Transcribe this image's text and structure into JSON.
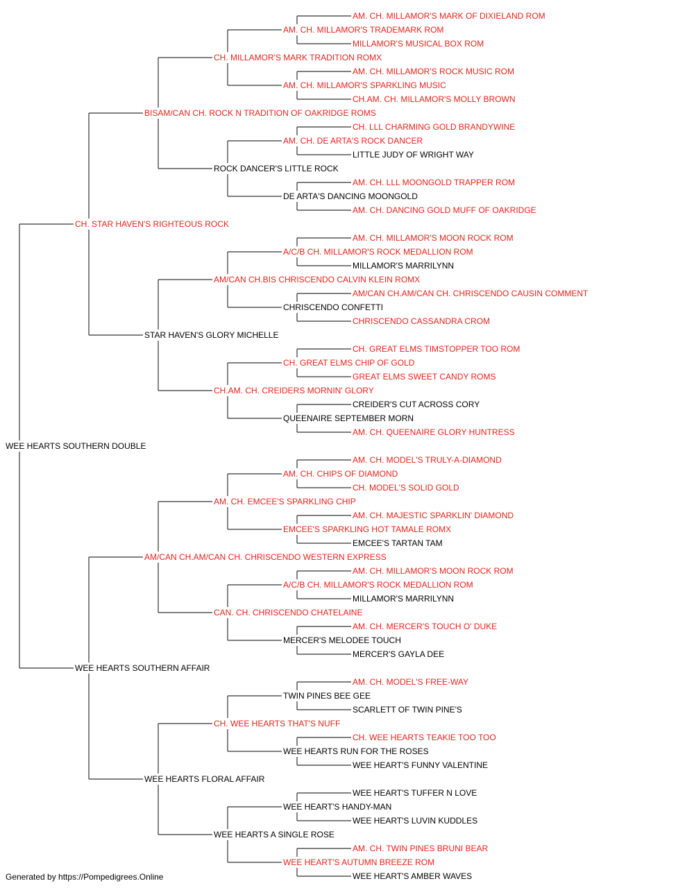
{
  "colors": {
    "champion": "#e8201a",
    "normal": "#000000",
    "line": "#333333"
  },
  "root": {
    "name": "WEE HEARTS SOUTHERN DOUBLE",
    "champion": false
  },
  "generations": [
    [
      {
        "name": "CH. STAR HAVEN'S RIGHTEOUS ROCK",
        "champion": true
      },
      {
        "name": "WEE HEARTS SOUTHERN AFFAIR",
        "champion": false
      }
    ],
    [
      {
        "name": "BISAM/CAN CH. ROCK N TRADITION OF OAKRIDGE ROMS",
        "champion": true
      },
      {
        "name": "STAR HAVEN'S GLORY MICHELLE",
        "champion": false
      },
      {
        "name": "AM/CAN CH.AM/CAN CH. CHRISCENDO WESTERN EXPRESS",
        "champion": true
      },
      {
        "name": "WEE HEARTS FLORAL AFFAIR",
        "champion": false
      }
    ],
    [
      {
        "name": "CH. MILLAMOR'S MARK TRADITION ROMX",
        "champion": true
      },
      {
        "name": "ROCK DANCER'S LITTLE ROCK",
        "champion": false
      },
      {
        "name": "AM/CAN CH.BIS CHRISCENDO CALVIN KLEIN ROMX",
        "champion": true
      },
      {
        "name": "CH.AM. CH. CREIDERS MORNIN' GLORY",
        "champion": true
      },
      {
        "name": "AM. CH. EMCEE'S SPARKLING CHIP",
        "champion": true
      },
      {
        "name": "CAN. CH. CHRISCENDO CHATELAINE",
        "champion": true
      },
      {
        "name": "CH. WEE HEARTS THAT'S NUFF",
        "champion": true
      },
      {
        "name": "WEE HEARTS A SINGLE ROSE",
        "champion": false
      }
    ],
    [
      {
        "name": "AM. CH. MILLAMOR'S TRADEMARK ROM",
        "champion": true
      },
      {
        "name": "AM. CH. MILLAMOR'S SPARKLING MUSIC",
        "champion": true
      },
      {
        "name": "AM. CH. DE ARTA'S ROCK DANCER",
        "champion": true
      },
      {
        "name": "DE ARTA'S DANCING MOONGOLD",
        "champion": false
      },
      {
        "name": "A/C/B CH. MILLAMOR'S ROCK MEDALLION ROM",
        "champion": true
      },
      {
        "name": "CHRISCENDO CONFETTI",
        "champion": false
      },
      {
        "name": "CH. GREAT ELMS CHIP OF GOLD",
        "champion": true
      },
      {
        "name": "QUEENAIRE SEPTEMBER MORN",
        "champion": false
      },
      {
        "name": "AM. CH. CHIPS OF DIAMOND",
        "champion": true
      },
      {
        "name": "EMCEE'S SPARKLING HOT TAMALE ROMX",
        "champion": true
      },
      {
        "name": "A/C/B CH. MILLAMOR'S ROCK MEDALLION ROM",
        "champion": true
      },
      {
        "name": "MERCER'S MELODEE TOUCH",
        "champion": false
      },
      {
        "name": "TWIN PINES BEE GEE",
        "champion": false
      },
      {
        "name": "WEE HEARTS RUN FOR THE ROSES",
        "champion": false
      },
      {
        "name": "WEE HEART'S HANDY-MAN",
        "champion": false
      },
      {
        "name": "WEE HEART'S AUTUMN BREEZE ROM",
        "champion": true
      }
    ],
    [
      {
        "name": "AM. CH. MILLAMOR'S MARK OF DIXIELAND ROM",
        "champion": true
      },
      {
        "name": "MILLAMOR'S MUSICAL BOX ROM",
        "champion": true
      },
      {
        "name": "AM. CH. MILLAMOR'S ROCK MUSIC ROM",
        "champion": true
      },
      {
        "name": "CH.AM. CH. MILLAMOR'S MOLLY BROWN",
        "champion": true
      },
      {
        "name": "CH. LLL CHARMING GOLD BRANDYWINE",
        "champion": true
      },
      {
        "name": "LITTLE JUDY OF WRIGHT WAY",
        "champion": false
      },
      {
        "name": "AM. CH. LLL MOONGOLD TRAPPER ROM",
        "champion": true
      },
      {
        "name": "AM. CH. DANCING GOLD MUFF OF OAKRIDGE",
        "champion": true
      },
      {
        "name": "AM. CH. MILLAMOR'S MOON ROCK ROM",
        "champion": true
      },
      {
        "name": "MILLAMOR'S MARRILYNN",
        "champion": false
      },
      {
        "name": "AM/CAN CH.AM/CAN CH. CHRISCENDO CAUSIN COMMENT",
        "champion": true
      },
      {
        "name": "CHRISCENDO CASSANDRA CROM",
        "champion": true
      },
      {
        "name": "CH. GREAT ELMS TIMSTOPPER TOO ROM",
        "champion": true
      },
      {
        "name": "GREAT ELMS SWEET CANDY ROMS",
        "champion": true
      },
      {
        "name": "CREIDER'S CUT ACROSS CORY",
        "champion": false
      },
      {
        "name": "AM. CH. QUEENAIRE GLORY HUNTRESS",
        "champion": true
      },
      {
        "name": "AM. CH. MODEL'S TRULY-A-DIAMOND",
        "champion": true
      },
      {
        "name": "CH. MODEL'S SOLID GOLD",
        "champion": true
      },
      {
        "name": "AM. CH. MAJESTIC SPARKLIN' DIAMOND",
        "champion": true
      },
      {
        "name": "EMCEE'S TARTAN TAM",
        "champion": false
      },
      {
        "name": "AM. CH. MILLAMOR'S MOON ROCK ROM",
        "champion": true
      },
      {
        "name": "MILLAMOR'S MARRILYNN",
        "champion": false
      },
      {
        "name": "AM. CH. MERCER'S TOUCH O' DUKE",
        "champion": true
      },
      {
        "name": "MERCER'S GAYLA DEE",
        "champion": false
      },
      {
        "name": "AM. CH. MODEL'S FREE-WAY",
        "champion": true
      },
      {
        "name": "SCARLETT OF TWIN PINE'S",
        "champion": false
      },
      {
        "name": "CH. WEE HEARTS TEAKIE TOO TOO",
        "champion": true
      },
      {
        "name": "WEE HEART'S FUNNY VALENTINE",
        "champion": false
      },
      {
        "name": "WEE HEART'S TUFFER N LOVE",
        "champion": false
      },
      {
        "name": "WEE HEART'S LUVIN KUDDLES",
        "champion": false
      },
      {
        "name": "AM. CH. TWIN PINES BRUNI BEAR",
        "champion": true
      },
      {
        "name": "WEE HEART'S AMBER WAVES",
        "champion": false
      }
    ]
  ],
  "footer": "Generated by https://Pompedigrees.Online"
}
